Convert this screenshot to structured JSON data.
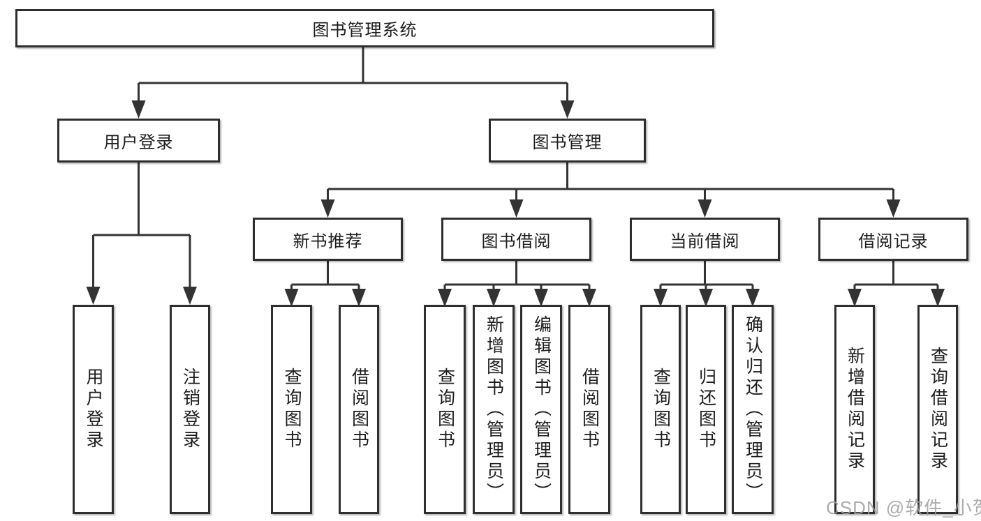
{
  "tree": {
    "label": "图书管理系统",
    "children": [
      {
        "label": "用户登录",
        "children": [
          {
            "label": "用户登录"
          },
          {
            "label": "注销登录"
          }
        ]
      },
      {
        "label": "图书管理",
        "children": [
          {
            "label": "新书推荐",
            "children": [
              {
                "label": "查询图书"
              },
              {
                "label": "借阅图书"
              }
            ]
          },
          {
            "label": "图书借阅",
            "children": [
              {
                "label": "查询图书"
              },
              {
                "label": "新增图书（管理员）"
              },
              {
                "label": "编辑图书（管理员）"
              },
              {
                "label": "借阅图书"
              }
            ]
          },
          {
            "label": "当前借阅",
            "children": [
              {
                "label": "查询图书"
              },
              {
                "label": "归还图书"
              },
              {
                "label": "确认归还（管理员）"
              }
            ]
          },
          {
            "label": "借阅记录",
            "children": [
              {
                "label": "新增借阅记录"
              },
              {
                "label": "查询借阅记录"
              }
            ]
          }
        ]
      }
    ]
  },
  "watermark": {
    "text": "CSDN @软件_小贺同学"
  },
  "colors": {
    "line": "#333333",
    "box_border": "#2e2e2e",
    "text": "#1c1c1c",
    "watermark": "#9e9e9e",
    "background": "#ffffff"
  }
}
